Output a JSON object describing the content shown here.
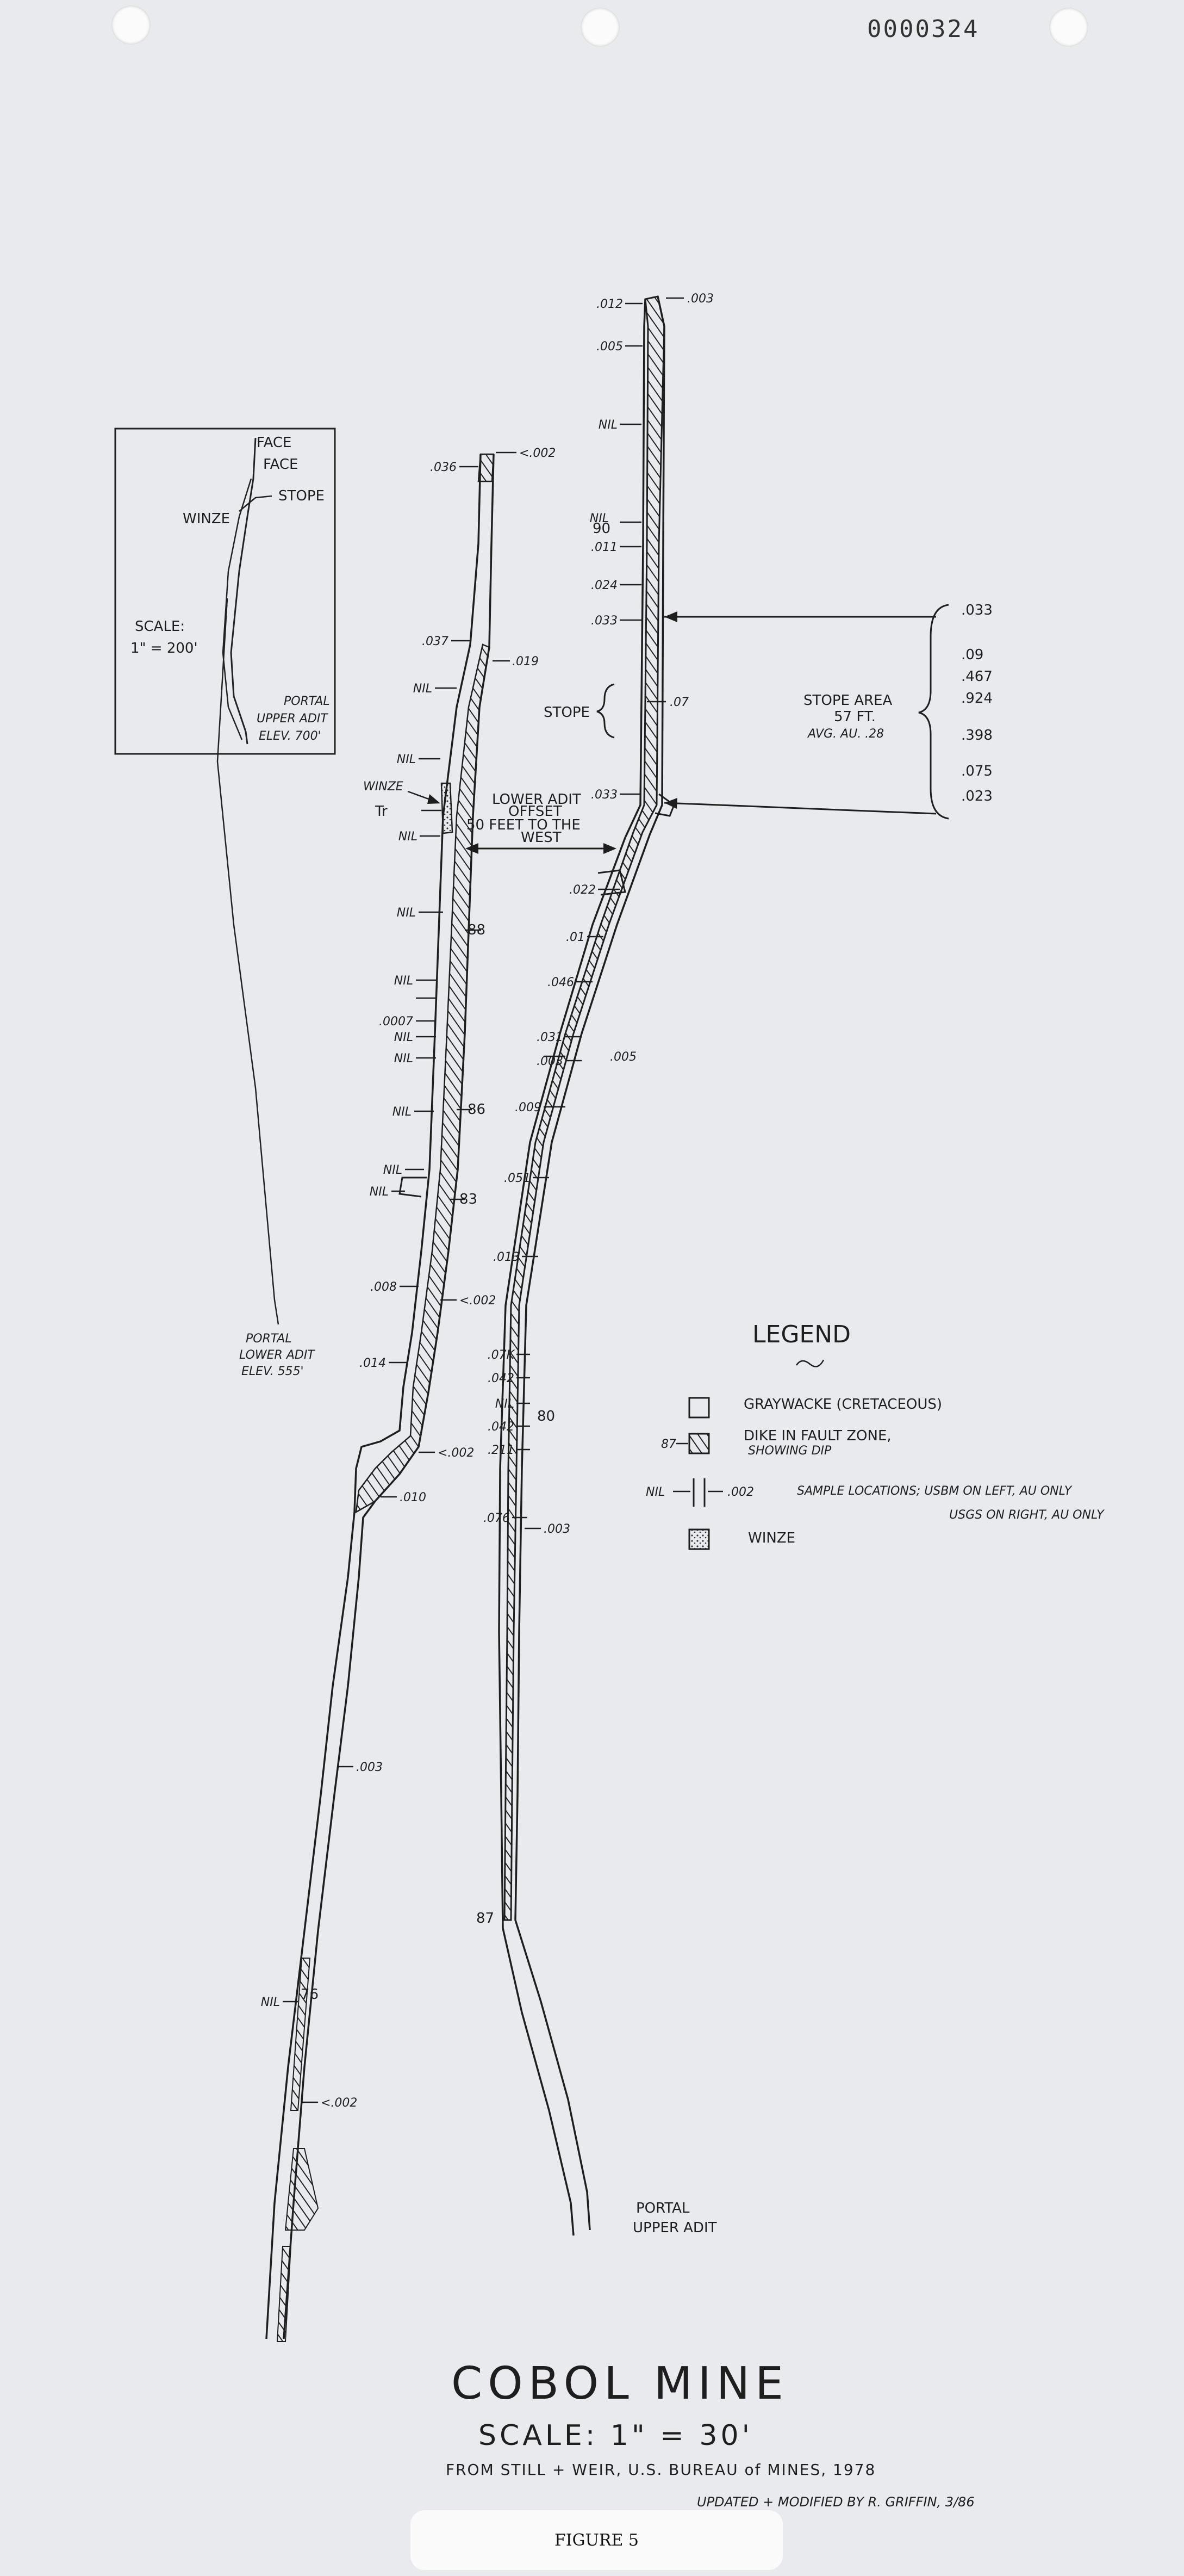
{
  "doc_number": "0000324",
  "figure_caption": "FIGURE 5",
  "title": {
    "main": "COBOL MINE",
    "scale": "SCALE: 1\" = 30'",
    "source": "FROM STILL + WEIR, U.S. BUREAU of MINES, 1978",
    "updated": "UPDATED + MODIFIED BY R. GRIFFIN, 3/86"
  },
  "inset": {
    "face1": "FACE",
    "face2": "FACE",
    "stope": "STOPE",
    "winze": "WINZE",
    "scale_label": "SCALE:",
    "scale_value": "1\" = 200'",
    "portal_upper_1": "PORTAL",
    "portal_upper_2": "UPPER ADIT",
    "portal_upper_3": "ELEV. 700'",
    "portal_lower_1": "PORTAL",
    "portal_lower_2": "LOWER ADIT",
    "portal_lower_3": "ELEV. 555'"
  },
  "stope_area": {
    "line1": "STOPE AREA",
    "line2": "57 FT.",
    "line3": "AVG. AU. .28",
    "stope_label": "STOPE",
    "stope_value": ".07",
    "values": [
      ".033",
      ".09",
      ".467",
      ".924",
      ".398",
      ".075",
      ".023"
    ]
  },
  "lower_adit_offset": {
    "line1": "LOWER ADIT",
    "line2": "OFFSET",
    "line3": "50 FEET TO THE",
    "line4": "WEST"
  },
  "upper_adit": {
    "left_samples": [
      ".012",
      ".005",
      "NIL",
      "NIL",
      ".011",
      ".024",
      ".033",
      ".033",
      ".022",
      ".01",
      ".046",
      ".031",
      ".003",
      ".009",
      ".051",
      ".013",
      ".07K",
      ".042",
      "NIL",
      ".042",
      ".211",
      ".076"
    ],
    "right_samples": [
      ".003",
      ".005",
      ".003"
    ],
    "dips": [
      "90",
      "80",
      "87"
    ]
  },
  "lower_adit": {
    "left_samples": [
      ".036",
      ".037",
      "NIL",
      "NIL",
      "NIL",
      "NIL",
      "NIL",
      ".0007",
      "NIL",
      "NIL",
      "NIL",
      "NIL",
      "NIL",
      ".008",
      ".014",
      "NIL"
    ],
    "right_samples": [
      "<.002",
      ".019",
      "<.002",
      "<.002",
      ".010",
      ".003",
      "<.002"
    ],
    "dips": [
      "88",
      "86",
      "83",
      "76"
    ],
    "winze_label": "WINZE",
    "tr_label": "Tr"
  },
  "portal_upper": {
    "line1": "PORTAL",
    "line2": "UPPER ADIT"
  },
  "legend": {
    "title": "LEGEND",
    "graywacke": "GRAYWACKE (CRETACEOUS)",
    "dike_line1": "DIKE IN FAULT ZONE,",
    "dike_line2": "SHOWING DIP",
    "dike_dip": "87",
    "sample_left": "NIL",
    "sample_right": ".002",
    "sample_line1": "SAMPLE LOCATIONS; USBM ON LEFT, AU ONLY",
    "sample_line2": "USGS ON RIGHT, AU ONLY",
    "winze": "WINZE"
  },
  "colors": {
    "paper": "#e9eaee",
    "ink": "#1e1e1e"
  }
}
